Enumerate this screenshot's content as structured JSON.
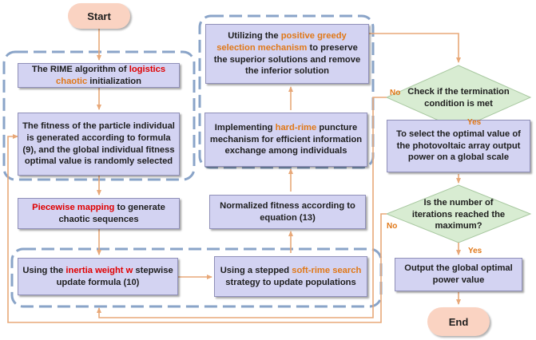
{
  "diagram": {
    "start": "Start",
    "end": "End",
    "rime_init": {
      "pre": "The RIME algorithm  of ",
      "highlight1": "logistics",
      "mid": " ",
      "highlight2": "chaotic",
      "post": " initialization"
    },
    "fitness_generate": "The fitness of the particle individual is generated according to formula (9), and the global individual fitness optimal value is randomly selected",
    "piecewise": {
      "highlight": "Piecewise mapping",
      "post": " to generate chaotic sequences"
    },
    "inertia": {
      "pre": "Using the ",
      "highlight": "inertia weight w",
      "post": " stepwise update formula (10)"
    },
    "soft_rime": {
      "pre": "Using a stepped ",
      "highlight1": "soft-rime",
      "mid": " ",
      "highlight2": "search",
      "post": " strategy to update populations"
    },
    "normalized": "Normalized fitness according to equation (13)",
    "hard_rime": {
      "pre": "Implementing ",
      "highlight": "hard-rime",
      "post": " puncture mechanism for efficient information exchange among individuals"
    },
    "greedy": {
      "pre": "Utilizing the ",
      "highlight1": "positive greedy",
      "mid": " ",
      "highlight2": "selection mechanism",
      "post": " to preserve the superior solutions and remove the inferior solution"
    },
    "check_termination": "Check if the termination condition is met",
    "select_optimal": "To select the optimal value of the photovoltaic array output power on a global scale",
    "iterations": "Is the number of iterations reached the maximum?",
    "output": "Output the global optimal power value",
    "no_label_1": "No",
    "yes_label_1": "Yes",
    "no_label_2": "No",
    "yes_label_2": "Yes"
  },
  "colors": {
    "box_fill": "#d3d3f2",
    "terminal_fill": "#fad3c2",
    "decision_fill": "#d8ecd2",
    "arrow": "#e8a878",
    "dashed_group": "#8aa4c8",
    "highlight_red": "#e00000",
    "highlight_orange": "#e07818"
  }
}
